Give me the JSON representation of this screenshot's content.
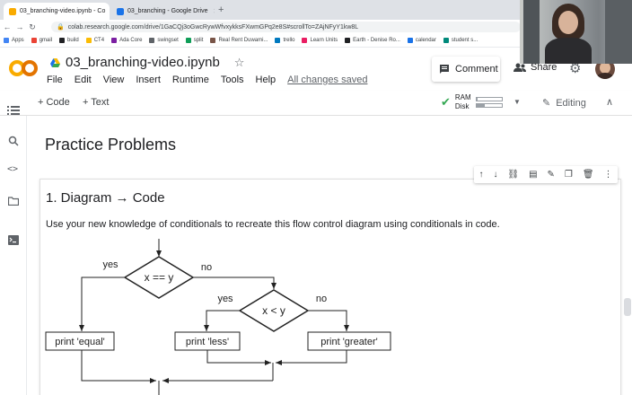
{
  "browser": {
    "tabs": [
      {
        "title": "03_branching-video.ipynb - Co",
        "active": true,
        "favicon_color": "#f9ab00"
      },
      {
        "title": "03_branching - Google Drive",
        "active": false,
        "favicon_color": "#1a73e8"
      }
    ],
    "url": "colab.research.google.com/drive/1GaCQj3oGwcRywWfvxykksFXwmGPq2e8S#scrollTo=ZAjNFyY1kw8L",
    "bookmarks": [
      {
        "label": "Apps",
        "color": "#4285f4"
      },
      {
        "label": "gmail",
        "color": "#ea4335"
      },
      {
        "label": "build",
        "color": "#202124"
      },
      {
        "label": "CT4",
        "color": "#fbbc04"
      },
      {
        "label": "Ada Core",
        "color": "#7b1fa2"
      },
      {
        "label": "swingset",
        "color": "#5f6368"
      },
      {
        "label": "split",
        "color": "#0f9d58"
      },
      {
        "label": "Real Rent Duwami...",
        "color": "#795548"
      },
      {
        "label": "trello",
        "color": "#0079bf"
      },
      {
        "label": "Learn Units",
        "color": "#e91e63"
      },
      {
        "label": "Earth - Denise Ro...",
        "color": "#202124"
      },
      {
        "label": "calendar",
        "color": "#1a73e8"
      },
      {
        "label": "student s...",
        "color": "#00897b"
      }
    ]
  },
  "colab": {
    "title": "03_branching-video.ipynb",
    "menu": [
      "File",
      "Edit",
      "View",
      "Insert",
      "Runtime",
      "Tools",
      "Help"
    ],
    "saved_status": "All changes saved",
    "comment_label": "Comment",
    "share_label": "Share",
    "toolbar": {
      "add_code": "+ Code",
      "add_text": "+ Text",
      "ram_label": "RAM",
      "disk_label": "Disk",
      "ram_fraction": 0.05,
      "disk_fraction": 0.35,
      "editing_label": "Editing"
    }
  },
  "notebook": {
    "heading": "Practice Problems",
    "cell": {
      "title": "1. Diagram → Code",
      "text": "Use your new knowledge of conditionals to recreate this flow control diagram using conditionals in code.",
      "diagram": {
        "cond1": "x == y",
        "cond2": "x < y",
        "yes": "yes",
        "no": "no",
        "equal": "print 'equal'",
        "less": "print 'less'",
        "greater": "print 'greater'"
      }
    }
  }
}
